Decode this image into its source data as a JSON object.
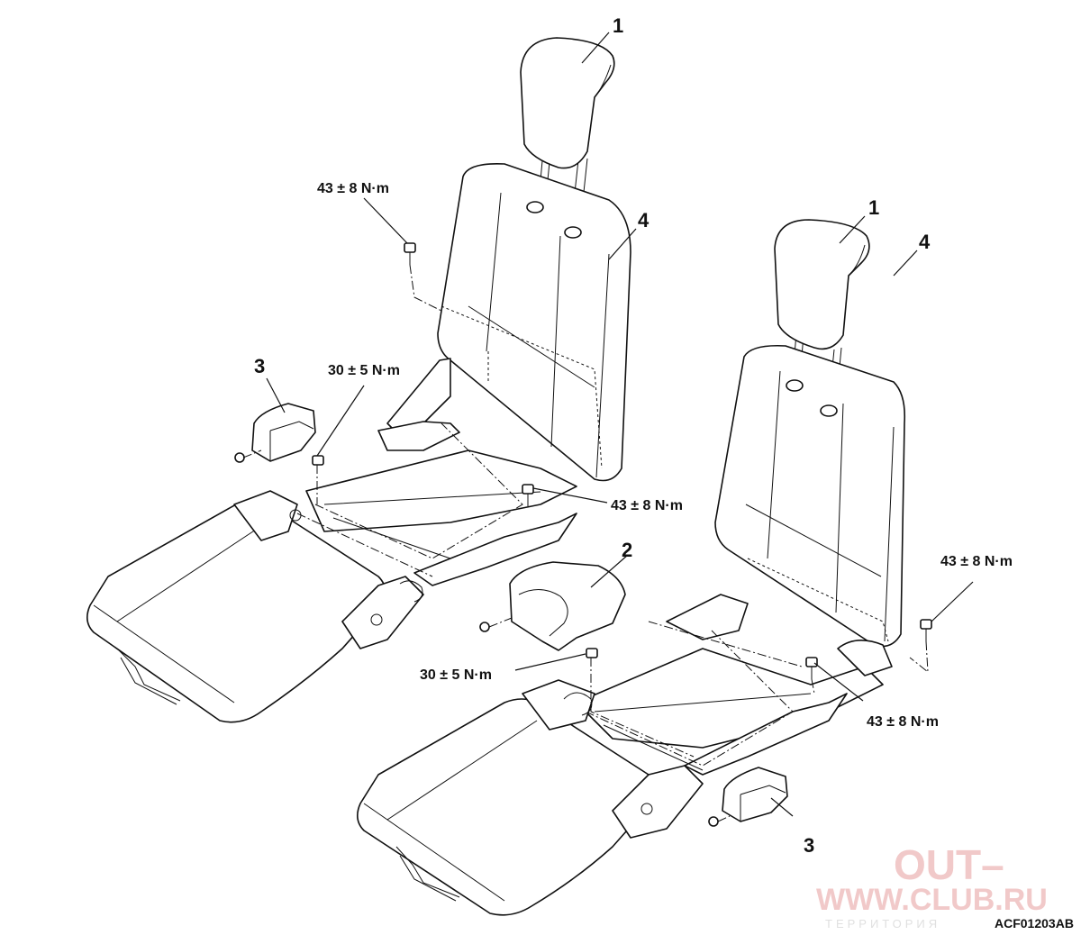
{
  "callouts": {
    "headrest": "1",
    "center_cover": "2",
    "side_cover": "3",
    "seatback": "4"
  },
  "torque": {
    "t43": "43 ± 8 N·m",
    "t30": "30 ± 5 N·m"
  },
  "figure_code": "ACF01203AB",
  "watermark": {
    "line1": "OUT–",
    "line2": "WWW.CLUB.RU",
    "line3": "ТЕРРИТОРИЯ"
  }
}
